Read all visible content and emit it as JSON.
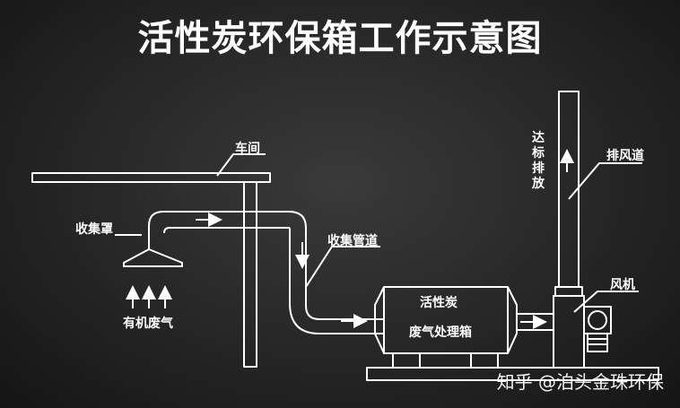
{
  "title": "活性炭环保箱工作示意图",
  "labels": {
    "workshop": "车间",
    "collection_hood": "收集罩",
    "organic_waste_gas": "有机废气",
    "collection_duct": "收集管道",
    "box_line1": "活性炭",
    "box_line2": "废气处理箱",
    "fan": "风机",
    "exhaust_duct": "排风道",
    "discharge": "达标排放"
  },
  "watermark": "知乎 @泊头金珠环保",
  "colors": {
    "line": "#ffffff",
    "background": "#262626",
    "text": "#ffffff"
  }
}
